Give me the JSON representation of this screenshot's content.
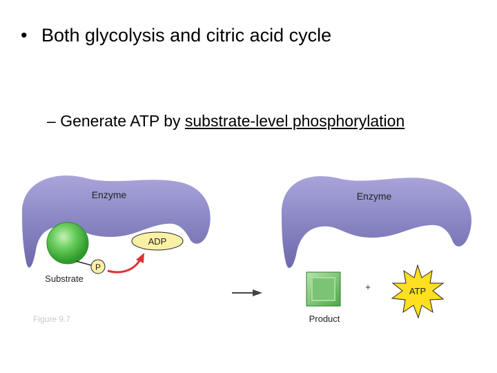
{
  "slide": {
    "bullet_symbol": "•",
    "bullet_text": "Both glycolysis and citric acid cycle",
    "sub_dash": "–",
    "sub_text_plain": "Generate ATP by ",
    "sub_text_underlined": "substrate-level phosphorylation"
  },
  "figure": {
    "left_enzyme_label": "Enzyme",
    "right_enzyme_label": "Enzyme",
    "adp_label": "ADP",
    "phosphate_label": "P",
    "substrate_label": "Substrate",
    "product_label": "Product",
    "plus_sign": "+",
    "atp_label": "ATP",
    "figure_number": "Figure 9.7",
    "colors": {
      "enzyme": "#8a86c4",
      "substrate": "#4fc04a",
      "product": "#5fb85a",
      "adp": "#fbf1a6",
      "atp": "#ffe020",
      "arrow_red": "#e03030"
    }
  }
}
